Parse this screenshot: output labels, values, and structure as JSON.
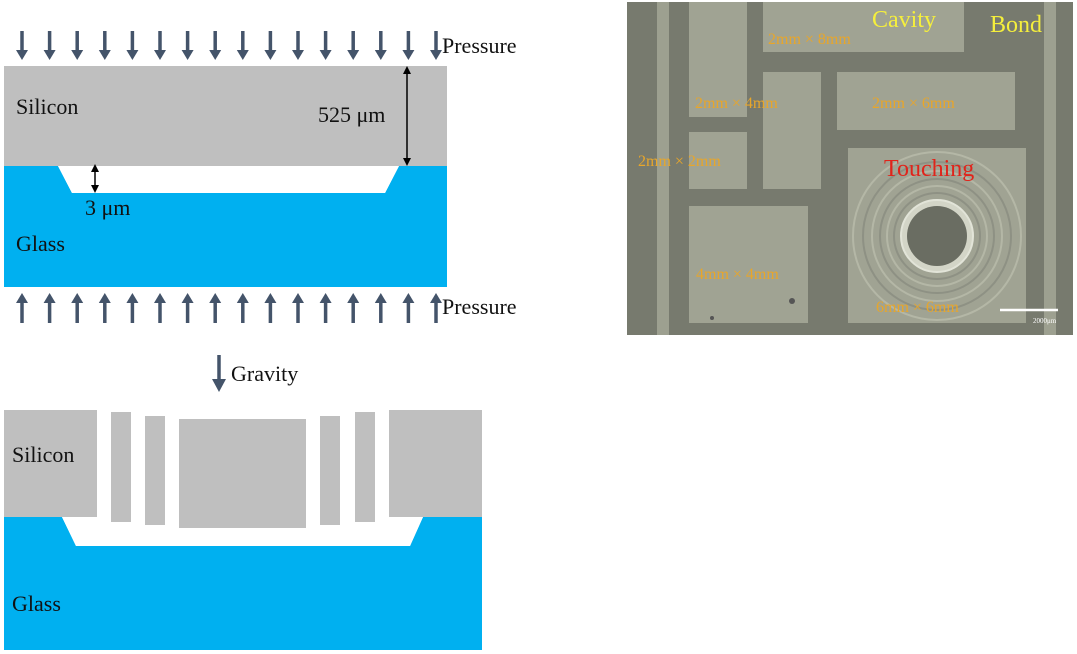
{
  "top_schematic": {
    "pressure_top_label": "Pressure",
    "pressure_bottom_label": "Pressure",
    "silicon_label": "Silicon",
    "glass_label": "Glass",
    "thickness_label": "525 μm",
    "gap_label": "3 μm"
  },
  "bottom_schematic": {
    "gravity_label": "Gravity",
    "silicon_label": "Silicon",
    "glass_label": "Glass"
  },
  "micrograph": {
    "cavity_label": "Cavity",
    "bond_label": "Bond",
    "touching_label": "Touching",
    "size_2x8": "2mm × 8mm",
    "size_2x4": "2mm × 4mm",
    "size_2x6": "2mm × 6mm",
    "size_2x2": "2mm × 2mm",
    "size_4x4": "4mm × 4mm",
    "size_6x6": "6mm × 6mm",
    "scale_bar_label": "2000μm"
  },
  "colors": {
    "silicon": "#bfbfbf",
    "glass": "#00b0f0",
    "arrow": "#44546a",
    "micro_bg": "#777a6e",
    "micro_cavity": "#a0a393",
    "micro_label_yellow": "#f5ef3c",
    "micro_label_orange": "#e8a62a",
    "micro_label_red": "#e0241b"
  }
}
